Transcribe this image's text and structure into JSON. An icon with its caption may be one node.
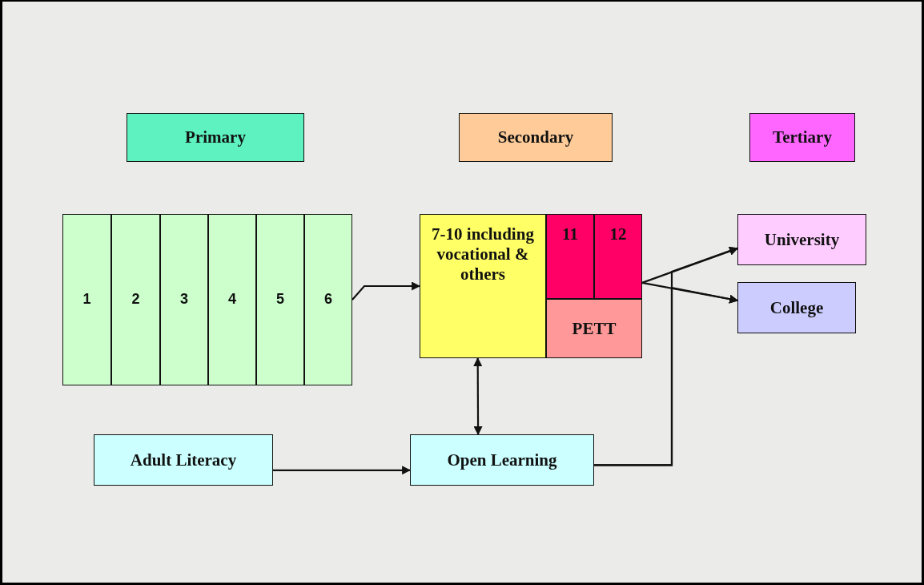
{
  "diagram": {
    "nodes": [
      {
        "text": [
          "Primary"
        ]
      },
      {
        "text": [
          "Secondary"
        ]
      },
      {
        "text": [
          "Tertiary"
        ]
      },
      {
        "text": [
          "1"
        ]
      },
      {
        "text": [
          "2"
        ]
      },
      {
        "text": [
          "3"
        ]
      },
      {
        "text": [
          "4"
        ]
      },
      {
        "text": [
          "5"
        ]
      },
      {
        "text": [
          "6"
        ]
      },
      {
        "text": [
          "7-10 including vocational & others"
        ]
      },
      {
        "text": [
          "11"
        ]
      },
      {
        "text": [
          "12"
        ]
      },
      {
        "text": [
          "PETT"
        ]
      },
      {
        "text": [
          "University"
        ]
      },
      {
        "text": [
          "College"
        ]
      },
      {
        "text": [
          "Adult Literacy"
        ]
      },
      {
        "text": [
          "Open Learning"
        ]
      }
    ],
    "edges": [
      {
        "from": 8,
        "to": 9,
        "arrow": "to"
      },
      {
        "from": 11,
        "to": 13,
        "arrow": "to"
      },
      {
        "from": 11,
        "to": 14,
        "arrow": "to"
      },
      {
        "from": 9,
        "to": 16,
        "arrow": "both"
      },
      {
        "from": 15,
        "to": 16,
        "arrow": "to"
      },
      {
        "from": 16,
        "to": 13,
        "arrow": "to"
      },
      {
        "from": 16,
        "to": 14,
        "arrow": "to"
      }
    ]
  }
}
